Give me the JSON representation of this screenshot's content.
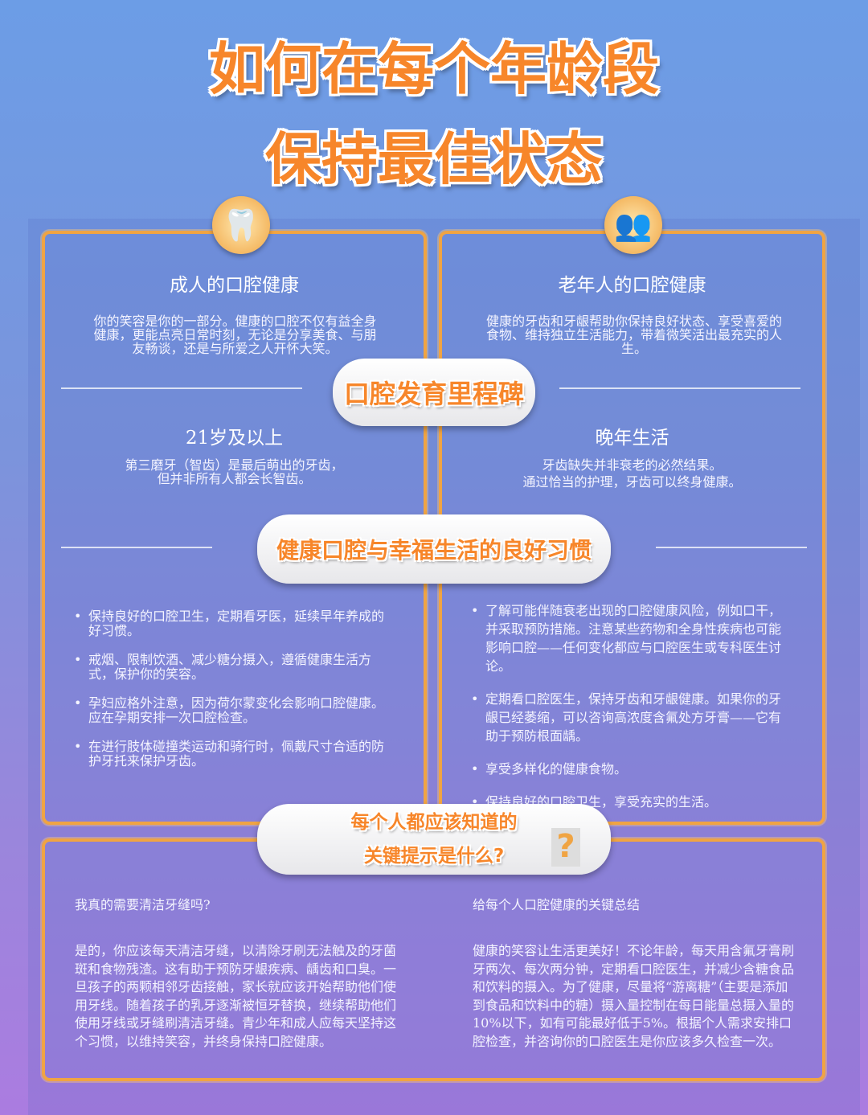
{
  "title": {
    "line1": "如何在每个年龄段",
    "line2": "保持最佳状态"
  },
  "adult": {
    "heading": "成人的口腔健康",
    "intro": "你的笑容是你的一部分。健康的口腔不仅有益全身健康，更能点亮日常时刻，无论是分享美食、与朋友畅谈，还是与所爱之人开怀大笑。",
    "milestone_heading": "21岁及以上",
    "milestone_text": "第三磨牙（智齿）是最后萌出的牙齿，\n但并非所有人都会长智齿。",
    "habits": [
      "保持良好的口腔卫生，定期看牙医，延续早年养成的好习惯。",
      "戒烟、限制饮酒、减少糖分摄入，遵循健康生活方式，保护你的笑容。",
      "孕妇应格外注意，因为荷尔蒙变化会影响口腔健康。应在孕期安排一次口腔检查。",
      "在进行肢体碰撞类运动和骑行时，佩戴尺寸合适的防护牙托来保护牙齿。"
    ]
  },
  "senior": {
    "heading": "老年人的口腔健康",
    "intro": "健康的牙齿和牙龈帮助你保持良好状态、享受喜爱的食物、维持独立生活能力，带着微笑活出最充实的人生。",
    "milestone_heading": "晚年生活",
    "milestone_text": "牙齿缺失并非衰老的必然结果。\n通过恰当的护理，牙齿可以终身健康。",
    "habits": [
      "了解可能伴随衰老出现的口腔健康风险，例如口干，并采取预防措施。注意某些药物和全身性疾病也可能影响口腔——任何变化都应与口腔医生或专科医生讨论。",
      "定期看口腔医生，保持牙齿和牙龈健康。如果你的牙龈已经萎缩，可以咨询高浓度含氟处方牙膏——它有助于预防根面龋。",
      "享受多样化的健康食物。",
      "保持良好的口腔卫生，享受充实的生活。"
    ]
  },
  "pills": {
    "milestones": "口腔发育里程碑",
    "habits": "健康口腔与幸福生活的良好习惯",
    "tips_line1": "每个人都应该知道的",
    "tips_line2": "关键提示是什么?"
  },
  "tips": {
    "q_heading": "我真的需要清洁牙缝吗?",
    "q_text": "是的，你应该每天清洁牙缝，以清除牙刷无法触及的牙菌斑和食物残渣。这有助于预防牙龈疾病、龋齿和口臭。一旦孩子的两颗相邻牙齿接触，家长就应该开始帮助他们使用牙线。随着孩子的乳牙逐渐被恒牙替换，继续帮助他们使用牙线或牙缝刷清洁牙缝。青少年和成人应每天坚持这个习惯，以维持笑容，并终身保持口腔健康。",
    "s_heading": "给每个人口腔健康的关键总结",
    "s_text": "健康的笑容让生活更美好！不论年龄，每天用含氟牙膏刷牙两次、每次两分钟，定期看口腔医生，并减少含糖食品和饮料的摄入。为了健康，尽量将“游离糖”（主要是添加到食品和饮料中的糖）摄入量控制在每日能量总摄入量的10%以下，如有可能最好低于5%。根据个人需求安排口腔检查，并咨询你的口腔医生是你应该多久检查一次。"
  },
  "colors": {
    "accent": "#f7862a",
    "border": "#f0a443"
  }
}
